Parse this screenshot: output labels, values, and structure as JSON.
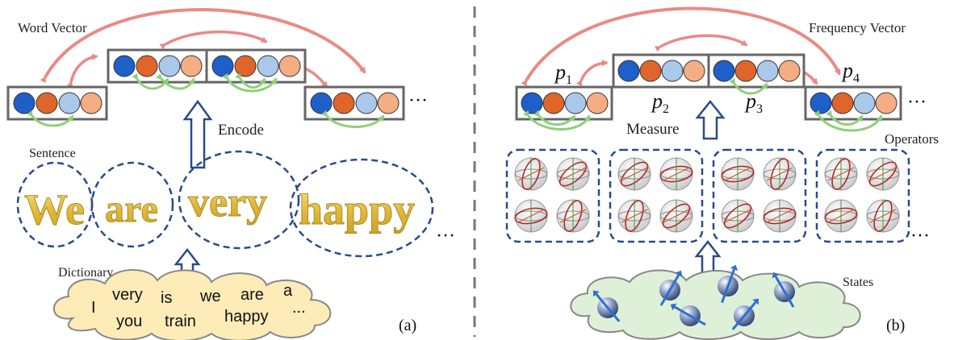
{
  "left": {
    "word_vector_label": "Word Vector",
    "encode_label": "Encode",
    "sentence_label": "Sentence",
    "dictionary_label": "Dictionary",
    "sentence_words": [
      "We",
      "are",
      "very",
      "happy"
    ],
    "dictionary_words": [
      "I",
      "very",
      "is",
      "we",
      "are",
      "a",
      "you",
      "train",
      "happy",
      "..."
    ],
    "ellipsis_top": "···",
    "ellipsis_mid": "···",
    "panel_label": "(a)"
  },
  "right": {
    "frequency_vector_label": "Frequency Vector",
    "measure_label": "Measure",
    "operators_label": "Operators",
    "states_label": "States",
    "p_labels": [
      "p",
      "p",
      "p",
      "p"
    ],
    "p_subs": [
      "1",
      "2",
      "3",
      "4"
    ],
    "ellipsis_top": "···",
    "ellipsis_mid": "···",
    "panel_label": "(b)"
  },
  "colors": {
    "dark_blue": "#1f5fc9",
    "orange": "#e0652a",
    "light_blue": "#a9c8ea",
    "peach": "#f5ad84",
    "pink_arrow": "#e98a86",
    "green_arrow": "#8fcf7a",
    "dashed_blue": "#2a4a8a",
    "box_gray": "#666666",
    "cloud_yellow": "#fdebb8",
    "cloud_green": "#dff0d8",
    "word_gold": "#e3c04b"
  }
}
